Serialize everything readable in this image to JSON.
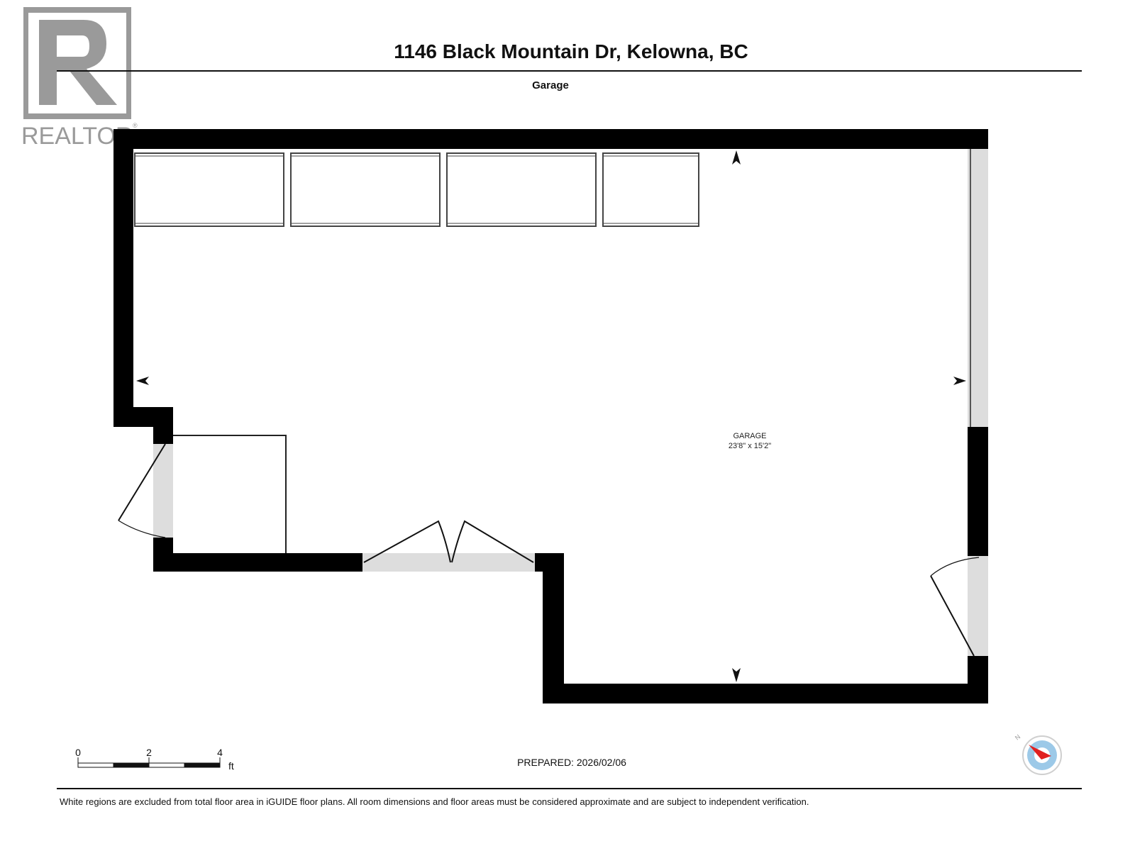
{
  "header": {
    "address": "1146 Black Mountain Dr, Kelowna, BC",
    "level": "Garage"
  },
  "logo": {
    "text": "REALTOR",
    "mark": "®"
  },
  "room": {
    "name": "GARAGE",
    "dimensions": "23'8\" x 15'2\""
  },
  "scale_bar": {
    "labels": [
      "0",
      "2",
      "4"
    ],
    "unit": "ft"
  },
  "prepared": "PREPARED: 2026/02/06",
  "compass": {
    "label": "N"
  },
  "footer": {
    "disclaimer": "White regions are excluded from total floor area in iGUIDE floor plans. All room dimensions and floor areas must be considered approximate and are subject to independent verification."
  },
  "colors": {
    "wall": "#000000",
    "opening": "#dddddd",
    "logo": "#9a9a9a",
    "compass_ring": "#9cc9e8",
    "compass_needle": "#e02020"
  }
}
